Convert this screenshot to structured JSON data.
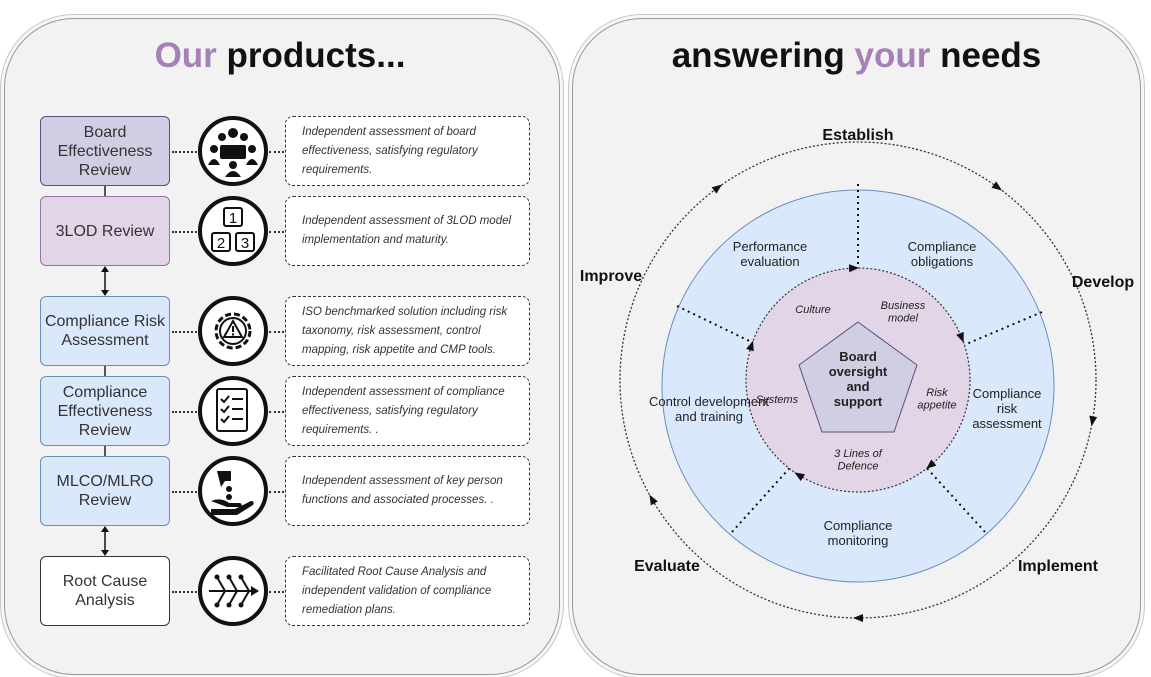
{
  "left_title": {
    "accent": "Our",
    "rest": " products..."
  },
  "right_title": {
    "pre": "answering ",
    "accent": "your",
    "post": " needs"
  },
  "products": [
    {
      "name": "Board Effectiveness Review",
      "icon": "board-meeting-icon",
      "fill": "#d0cee2",
      "stroke": "#56517e",
      "description": "Independent assessment of board effectiveness, satisfying regulatory requirements."
    },
    {
      "name": "3LOD Review",
      "icon": "numbered-blocks-icon",
      "fill": "#e1d5e7",
      "stroke": "#9673a6",
      "description": "Independent assessment of 3LOD model implementation and maturity."
    },
    {
      "name": "Compliance Risk Assessment",
      "icon": "gear-warning-icon",
      "fill": "#dae8fc",
      "stroke": "#6c8ebf",
      "description": "ISO benchmarked solution including risk taxonomy, risk assessment, control mapping, risk appetite and CMP tools."
    },
    {
      "name": "Compliance Effectiveness Review",
      "icon": "checklist-icon",
      "fill": "#dae8fc",
      "stroke": "#6c8ebf",
      "description": "Independent assessment of compliance effectiveness, satisfying regulatory requirements. ."
    },
    {
      "name": "MLCO/MLRO Review",
      "icon": "hand-money-icon",
      "fill": "#dae8fc",
      "stroke": "#6c8ebf",
      "description": "Independent assessment of key person functions and associated processes. ."
    },
    {
      "name": "Root Cause Analysis",
      "icon": "fishbone-icon",
      "fill": "#ffffff",
      "stroke": "#333333",
      "description": "Facilitated Root Cause Analysis and independent validation of compliance remediation plans."
    }
  ],
  "cycle": {
    "outer_labels": [
      "Establish",
      "Develop",
      "Implement",
      "Evaluate",
      "Improve"
    ],
    "outer_segments": [
      "Compliance obligations",
      "Compliance risk assessment",
      "Compliance monitoring",
      "Control development and training",
      "Performance evaluation"
    ],
    "inner_segments": [
      "Business model",
      "Risk appetite",
      "3 Lines of Defence",
      "Systems",
      "Culture"
    ],
    "center": "Board oversight and support"
  },
  "colors": {
    "accent": "#a680b8",
    "outer_fill": "#dae8fc",
    "outer_stroke": "#6c8ebf",
    "inner_fill": "#e1d5e7",
    "center_fill": "#d0cee2"
  }
}
